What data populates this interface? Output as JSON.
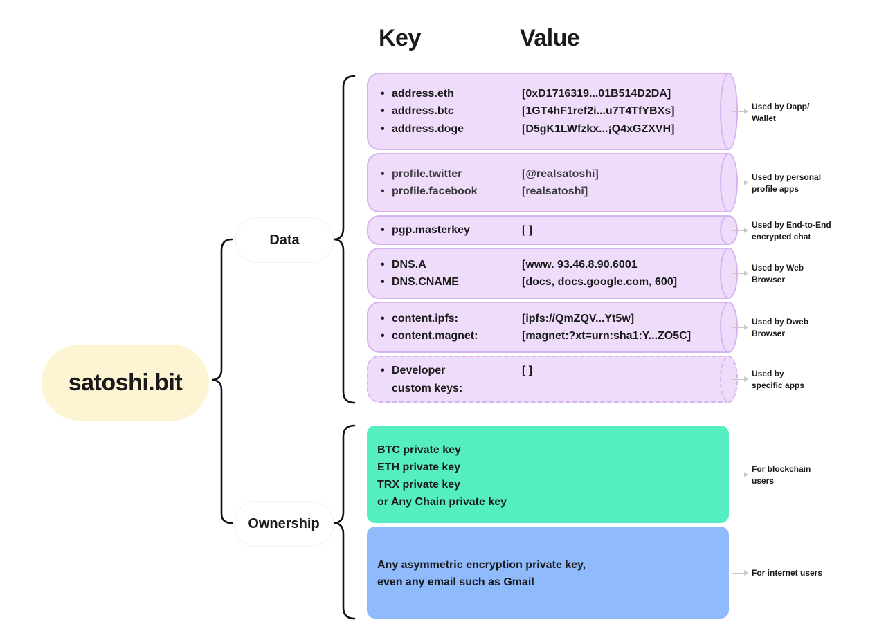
{
  "header": {
    "key_label": "Key",
    "value_label": "Value"
  },
  "root": {
    "label": "satoshi.bit"
  },
  "branches": {
    "data_label": "Data",
    "ownership_label": "Ownership"
  },
  "data_groups": [
    {
      "rows": [
        {
          "key": "address.eth",
          "value": "[0xD1716319...01B514D2DA]"
        },
        {
          "key": "address.btc",
          "value": "[1GT4hF1ref2i...u7T4TfYBXs]"
        },
        {
          "key": "address.doge",
          "value": "[D5gK1LWfzkx...¡Q4xGZXVH]"
        }
      ],
      "note_lines": [
        "Used by Dapp/",
        "Wallet"
      ]
    },
    {
      "rows": [
        {
          "key": "profile.twitter",
          "value": "[@realsatoshi]"
        },
        {
          "key": "profile.facebook",
          "value": "[realsatoshi]"
        }
      ],
      "note_lines": [
        "Used by personal",
        "profile apps"
      ]
    },
    {
      "rows": [
        {
          "key": "pgp.masterkey",
          "value": "[ ]"
        }
      ],
      "note_lines": [
        "Used by End-to-End",
        "encrypted chat"
      ]
    },
    {
      "rows": [
        {
          "key": "DNS.A",
          "value": "[www. 93.46.8.90.6001"
        },
        {
          "key": "DNS.CNAME",
          "value": "[docs, docs.google.com, 600]"
        }
      ],
      "note_lines": [
        "Used by Web",
        "Browser"
      ]
    },
    {
      "rows": [
        {
          "key": "content.ipfs:",
          "value": "[ipfs://QmZQV...Yt5w]"
        },
        {
          "key": "content.magnet:",
          "value": "[magnet:?xt=urn:sha1:Y...ZO5C]"
        }
      ],
      "note_lines": [
        "Used by Dweb",
        "Browser"
      ]
    },
    {
      "rows": [
        {
          "key_lines": [
            "Developer",
            "custom keys:"
          ],
          "value": "[ ]"
        }
      ],
      "note_lines": [
        "Used by",
        "specific apps"
      ]
    }
  ],
  "ownership_groups": [
    {
      "lines": [
        "BTC private key",
        "ETH private key",
        "TRX private key",
        "or Any Chain private key"
      ],
      "note_lines": [
        "For blockchain",
        "users"
      ]
    },
    {
      "lines": [
        "Any asymmetric encryption private key,",
        "even any email such as Gmail"
      ],
      "note_lines": [
        "For internet users"
      ]
    }
  ],
  "colors": {
    "cylinder_fill": "#efdcfb",
    "cylinder_stroke": "#d4b3ef",
    "root_fill": "#fdf4d3",
    "green_box": "#55eec0",
    "blue_box": "#8fbafc"
  }
}
